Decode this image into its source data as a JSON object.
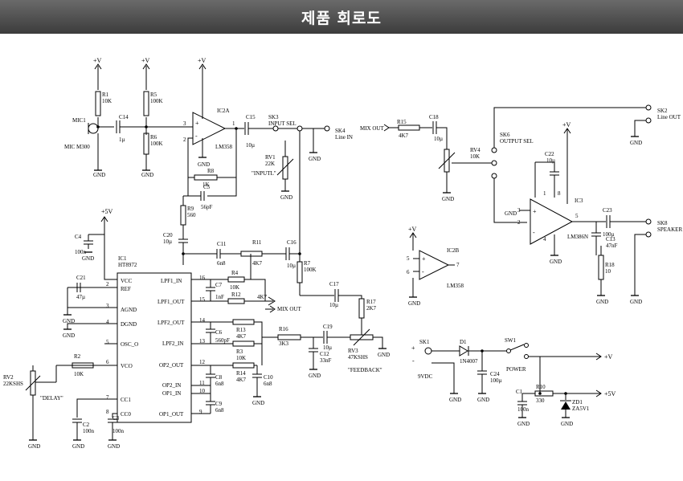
{
  "header": {
    "title": "제품 회로도"
  },
  "components": {
    "mic1": "MIC1",
    "mic_model": "MIC M300",
    "r1": "R1",
    "r1_val": "10K",
    "r5": "R5",
    "r5_val": "100K",
    "r6": "R6",
    "r6_val": "100K",
    "c14": "C14",
    "c14_val": "1µ",
    "ic2a": "IC2A",
    "lm358": "LM358",
    "r8": "R8",
    "r8_val": "1K",
    "c5": "C5",
    "c5_val": "56pF",
    "r9": "R9",
    "r9_val": "560",
    "c15": "C15",
    "c15_val": "10µ",
    "sk3": "SK3",
    "sk3_label": "INPUT SEL",
    "sk4": "SK4",
    "sk4_label": "Line IN",
    "rv1": "RV1",
    "rv1_val": "22K",
    "rv1_label": "\"INPUTL\"",
    "c20": "C20",
    "c20_val": "10µ",
    "c11": "C11",
    "c11_val": "6n8",
    "r11": "R11",
    "r11_val": "4K7",
    "c16": "C16",
    "c16_val": "10µ",
    "r7": "R7",
    "r7_val": "100K",
    "c4": "C4",
    "c4_val": "100n",
    "ic1": "IC1",
    "ic1_model": "HT8972",
    "c21": "C21",
    "c21_val": "47µ",
    "r4": "R4",
    "r4_val": "10K",
    "c7": "C7",
    "c7_val": "1nF",
    "r12": "R12",
    "r12_val": "4K7",
    "c17": "C17",
    "c17_val": "10µ",
    "mix_out": "MIX OUT",
    "r17": "R17",
    "r17_val": "2K7",
    "r13": "R13",
    "r13_val": "4K7",
    "c6": "C6",
    "c6_val": "560pF",
    "r16": "R16",
    "r16_val": "3K3",
    "c19": "C19",
    "c19_val": "10µ",
    "c12": "C12",
    "c12_val": "33nF",
    "r3": "R3",
    "r3_val": "10K",
    "rv3": "RV3",
    "rv3_val": "47KSHS",
    "rv3_label": "\"FEEDBACK\"",
    "r2": "R2",
    "r2_val": "10K",
    "rv2": "RV2",
    "rv2_val": "22KSHS",
    "rv2_label": "\"DELAY\"",
    "c8": "C8",
    "c8_val": "6n8",
    "r14": "R14",
    "r14_val": "4K7",
    "c10": "C10",
    "c10_val": "6n8",
    "c9": "C9",
    "c9_val": "6n8",
    "c2": "C2",
    "c2_val": "100n",
    "c3": "C3",
    "c3_val": "100n",
    "ic2b": "IC2B",
    "ic2b_model": "LM358",
    "r15": "R15",
    "r15_val": "4K7",
    "c18": "C18",
    "c18_val": "10µ",
    "rv4": "RV4",
    "rv4_val": "10K",
    "sk6": "SK6",
    "sk6_label": "OUTPUT SEL",
    "sk2": "SK2",
    "sk2_label": "Line OUT",
    "c22": "C22",
    "c22_val": "10µ",
    "ic3": "IC3",
    "ic3_model": "LM386N",
    "c23": "C23",
    "c23_val": "100µ",
    "c13": "C13",
    "c13_val": "47nF",
    "r18": "R18",
    "r18_val": "10",
    "sk8": "SK8",
    "sk8_label": "SPEAKER",
    "sk1": "SK1",
    "sk1_label": "9VDC",
    "d1": "D1",
    "d1_val": "1N4007",
    "sw1": "SW1",
    "sw1_label": "POWER",
    "c24": "C24",
    "c24_val": "100µ",
    "c1": "C1",
    "c1_val": "100n",
    "r10": "R10",
    "r10_val": "330",
    "zd1": "ZD1",
    "zd1_val": "ZA5V1"
  },
  "ic1_pins": {
    "vcc": "VCC",
    "ref": "REF",
    "agnd": "AGND",
    "dgnd": "DGND",
    "osc": "OSC_O",
    "vco": "VCO",
    "cc1": "CC1",
    "cc0": "CC0",
    "lpf1_in": "LPF1_IN",
    "lpf1_out": "LPF1_OUT",
    "lpf2_out": "LPF2_OUT",
    "lpf2_in": "LPF2_IN",
    "op2_out": "OP2_OUT",
    "op2_in": "OP2_IN",
    "op1_in": "OP1_IN",
    "op1_out": "OP1_OUT"
  },
  "labels": {
    "gnd": "GND",
    "plus_v": "+V",
    "plus_5v": "+5V",
    "plus": "+",
    "minus": "-",
    "one": "1"
  }
}
